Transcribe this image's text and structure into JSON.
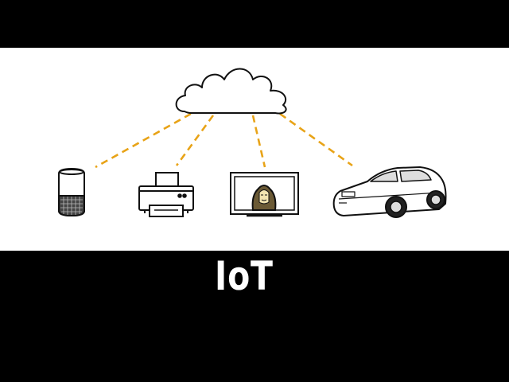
{
  "caption": "IoT",
  "colors": {
    "background": "#000000",
    "panel": "#ffffff",
    "link": "#e8a317",
    "stroke": "#111111"
  },
  "cloud": {
    "icon": "cloud-icon"
  },
  "devices": [
    {
      "id": "smart-speaker",
      "icon": "smart-speaker-icon"
    },
    {
      "id": "printer",
      "icon": "printer-icon"
    },
    {
      "id": "monitor",
      "icon": "monitor-icon"
    },
    {
      "id": "car",
      "icon": "car-icon"
    }
  ]
}
